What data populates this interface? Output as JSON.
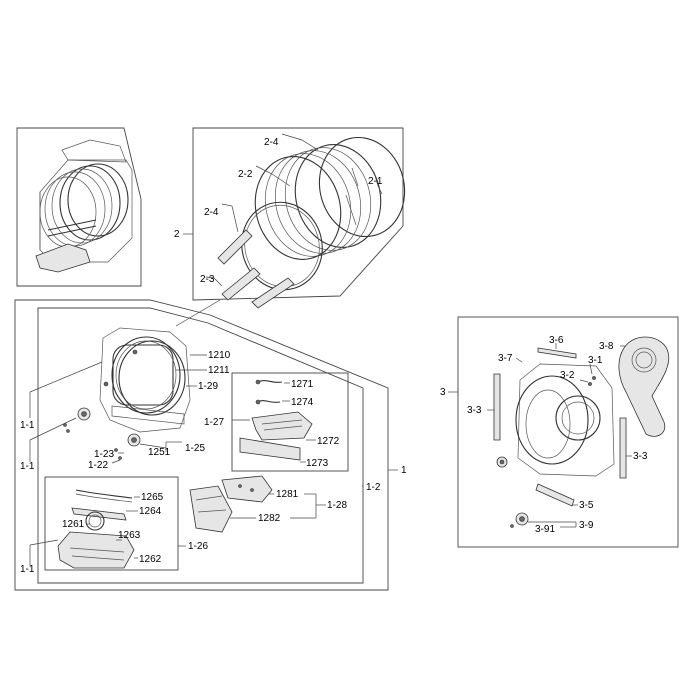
{
  "labels": {
    "l_2": "2",
    "l_2_4a": "2-4",
    "l_2_2": "2-2",
    "l_2_1": "2-1",
    "l_2_4b": "2-4",
    "l_2_3": "2-3",
    "l_1210": "1210",
    "l_1211": "1211",
    "l_1_29": "1-29",
    "l_1_1a": "1-1",
    "l_1271": "1271",
    "l_1274": "1274",
    "l_1_27": "1-27",
    "l_1272": "1272",
    "l_1273": "1273",
    "l_1_23": "1-23",
    "l_1251": "1251",
    "l_1_25": "1-25",
    "l_1_22": "1-22",
    "l_1_1b": "1-1",
    "l_1": "1",
    "l_1_2": "1-2",
    "l_1265": "1265",
    "l_1264": "1264",
    "l_1281": "1281",
    "l_1_28": "1-28",
    "l_1282": "1282",
    "l_1261": "1261",
    "l_1263": "1263",
    "l_1_26": "1-26",
    "l_1262": "1262",
    "l_1_1c": "1-1",
    "l_3": "3",
    "l_3_6": "3-6",
    "l_3_8": "3-8",
    "l_3_7": "3-7",
    "l_3_1": "3-1",
    "l_3_2": "3-2",
    "l_3_3a": "3-3",
    "l_3_3b": "3-3",
    "l_3_5": "3-5",
    "l_3_91": "3-91",
    "l_3_9": "3-9"
  }
}
